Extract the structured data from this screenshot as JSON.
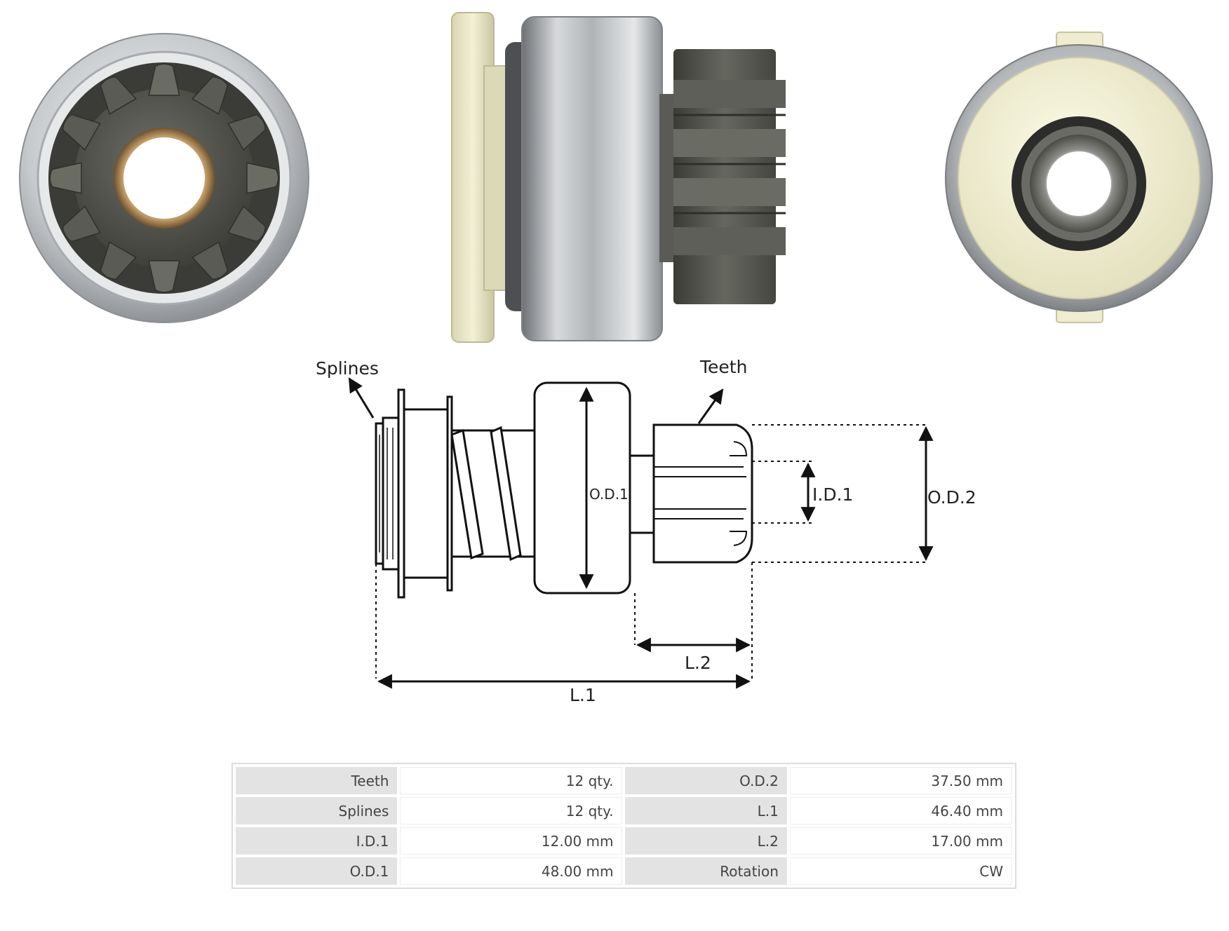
{
  "diagram": {
    "labels": {
      "splines": "Splines",
      "teeth": "Teeth",
      "od1": "O.D.1",
      "id1": "I.D.1",
      "od2": "O.D.2",
      "l2": "L.2",
      "l1": "L.1"
    }
  },
  "specs": [
    {
      "label": "Teeth",
      "value": "12 qty.",
      "label2": "O.D.2",
      "value2": "37.50 mm"
    },
    {
      "label": "Splines",
      "value": "12 qty.",
      "label2": "L.1",
      "value2": "46.40 mm"
    },
    {
      "label": "I.D.1",
      "value": "12.00 mm",
      "label2": "L.2",
      "value2": "17.00 mm"
    },
    {
      "label": "O.D.1",
      "value": "48.00 mm",
      "label2": "Rotation",
      "value2": "CW"
    }
  ],
  "colors": {
    "steel": "#c9ccd0",
    "gear": "#55564f",
    "nylon": "#efedce",
    "bronze": "#9a7a4a"
  }
}
